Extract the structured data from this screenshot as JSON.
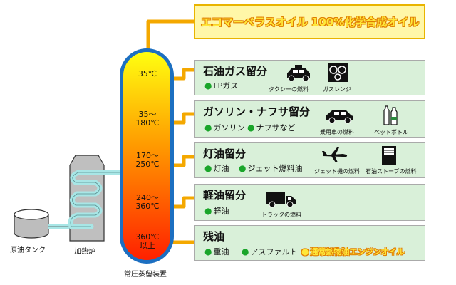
{
  "top_box": {
    "label": "エコマーベラスオイル 100%化学合成オイル"
  },
  "tower": {
    "temps": [
      {
        "lines": [
          "35℃"
        ]
      },
      {
        "lines": [
          "35～",
          "180℃"
        ]
      },
      {
        "lines": [
          "170～",
          "250℃"
        ]
      },
      {
        "lines": [
          "240～",
          "360℃"
        ]
      },
      {
        "lines": [
          "360℃",
          "以上"
        ]
      }
    ],
    "label": "常圧蒸留装置"
  },
  "tank_label": "原油タンク",
  "furnace_label": "加熱炉",
  "fractions": [
    {
      "title": "石油ガス留分",
      "items": [
        "LPガス"
      ],
      "icons": [
        {
          "name": "taxi-icon",
          "caption": "タクシーの燃料"
        },
        {
          "name": "gas-stove-icon",
          "caption": "ガスレンジ"
        }
      ]
    },
    {
      "title": "ガソリン・ナフサ留分",
      "items": [
        "ガソリン",
        "ナフサなど"
      ],
      "icons": [
        {
          "name": "car-icon",
          "caption": "乗用車の燃料"
        },
        {
          "name": "pet-bottle-icon",
          "caption": "ペットボトル"
        }
      ]
    },
    {
      "title": "灯油留分",
      "items": [
        "灯油",
        "ジェット燃料油"
      ],
      "icons": [
        {
          "name": "airplane-icon",
          "caption": "ジェット機の燃料"
        },
        {
          "name": "kerosene-stove-icon",
          "caption": "石油ストーブの燃料"
        }
      ]
    },
    {
      "title": "軽油留分",
      "items": [
        "軽油"
      ],
      "icons": [
        {
          "name": "truck-icon",
          "caption": "トラックの燃料"
        }
      ]
    },
    {
      "title": "残油",
      "items": [
        "重油",
        "アスファルト"
      ],
      "highlight": "通常鉱物油エンジンオイル",
      "icons": []
    }
  ],
  "colors": {
    "tower_top": "#ffff10",
    "tower_mid": "#ff9a00",
    "tower_bottom": "#ff2000",
    "tower_border": "#1c6fc1",
    "pipe": "#f4a800",
    "furnace_coil": "#a8e6e6",
    "box_bg": "#d9f0d9",
    "top_box_bg": "#fff7a8",
    "highlight_text": "#ffe83a"
  }
}
